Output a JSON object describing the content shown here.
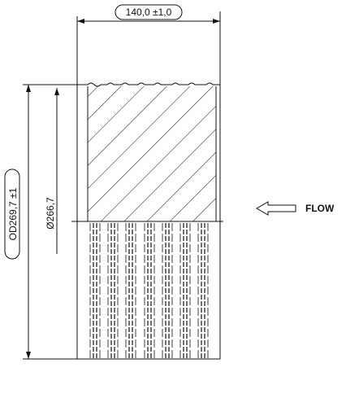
{
  "drawing": {
    "dim_width": "140,0 ±1,0",
    "dim_outer_diameter": "OD269,7 ±1",
    "dim_inner_diameter": "Ø266,7",
    "flow_label": "FLOW"
  },
  "colors": {
    "line": "#111111",
    "background": "#ffffff"
  },
  "icons": {
    "flow_arrow": "arrow-left-outline-icon"
  }
}
